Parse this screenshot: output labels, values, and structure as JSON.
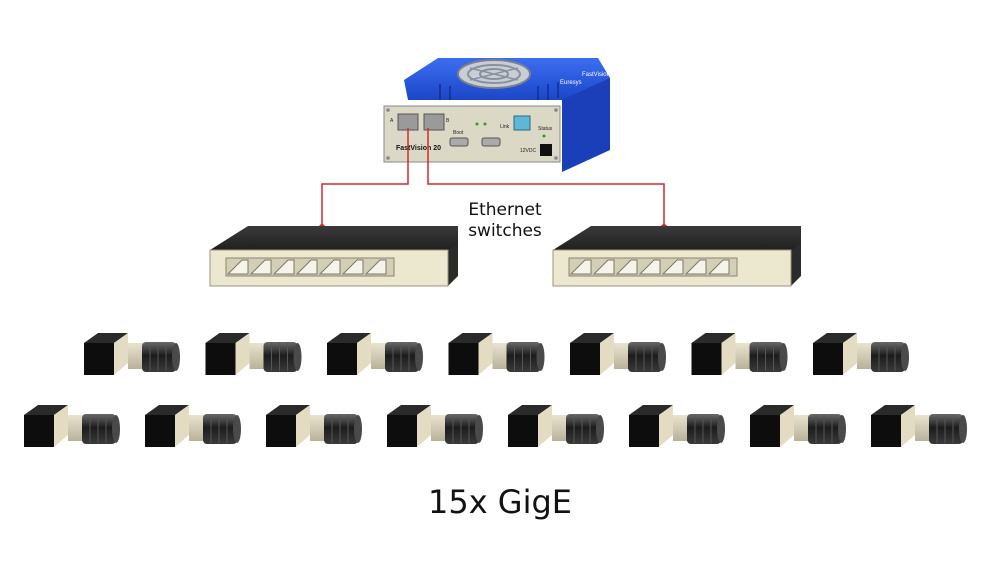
{
  "device": {
    "model_label": "FastVision 20",
    "brand_label": "Euresys",
    "product_label": "FastVision",
    "port_a_label": "A",
    "port_b_label": "B",
    "boot_label": "Boot",
    "link_label": "Link",
    "status_label": "Status",
    "power_label": "12VDC",
    "color": "#1f4fd6"
  },
  "switches": {
    "label_line1": "Ethernet",
    "label_line2": "switches",
    "count": 2
  },
  "connection": {
    "color": "#d42a2a"
  },
  "cameras": {
    "rows": [
      7,
      8
    ]
  },
  "caption": "15x GigE"
}
